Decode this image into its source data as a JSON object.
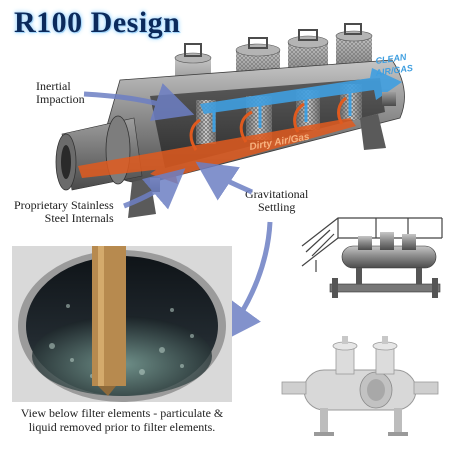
{
  "title": "R100 Design",
  "labels": {
    "inertial": [
      "Inertial",
      "Impaction"
    ],
    "steel": [
      "Proprietary Stainless",
      "Steel Internals"
    ],
    "gravitational": [
      "Gravitational",
      "Settling"
    ]
  },
  "streams": {
    "clean_line1": "CLEAN",
    "clean_line2": "AIR/GAS",
    "dirty": "Dirty Air/Gas"
  },
  "caption": [
    "View below filter elements - particulate &",
    "liquid removed prior to filter elements."
  ],
  "colors": {
    "title_text": "#0b2a5c",
    "title_glow": "#b8e1ff",
    "clean_flow": "#3f9fe0",
    "dirty_flow": "#e05a1e",
    "vessel": "#8a8a8a",
    "callout_arrow": "#6d7fc4"
  }
}
